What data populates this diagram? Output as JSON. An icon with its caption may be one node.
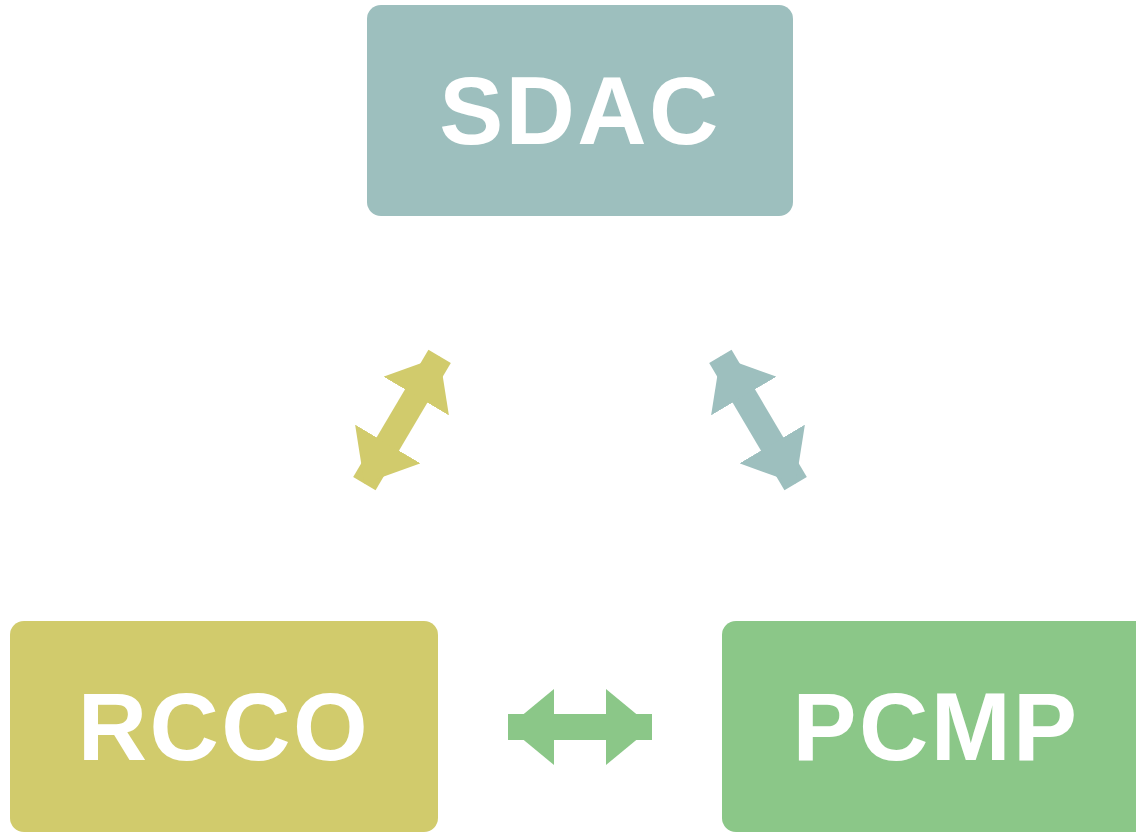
{
  "diagram": {
    "nodes": [
      {
        "text": [
          "SDAC"
        ]
      },
      {
        "text": [
          "RCCO"
        ]
      },
      {
        "text": [
          "PCMP"
        ]
      }
    ],
    "edges": [
      {
        "from": 0,
        "to": 1,
        "arrow": "both",
        "color": "#d1cb6c"
      },
      {
        "from": 0,
        "to": 2,
        "arrow": "both",
        "color": "#9dbfbe"
      },
      {
        "from": 1,
        "to": 2,
        "arrow": "both",
        "color": "#8bc788"
      }
    ]
  }
}
